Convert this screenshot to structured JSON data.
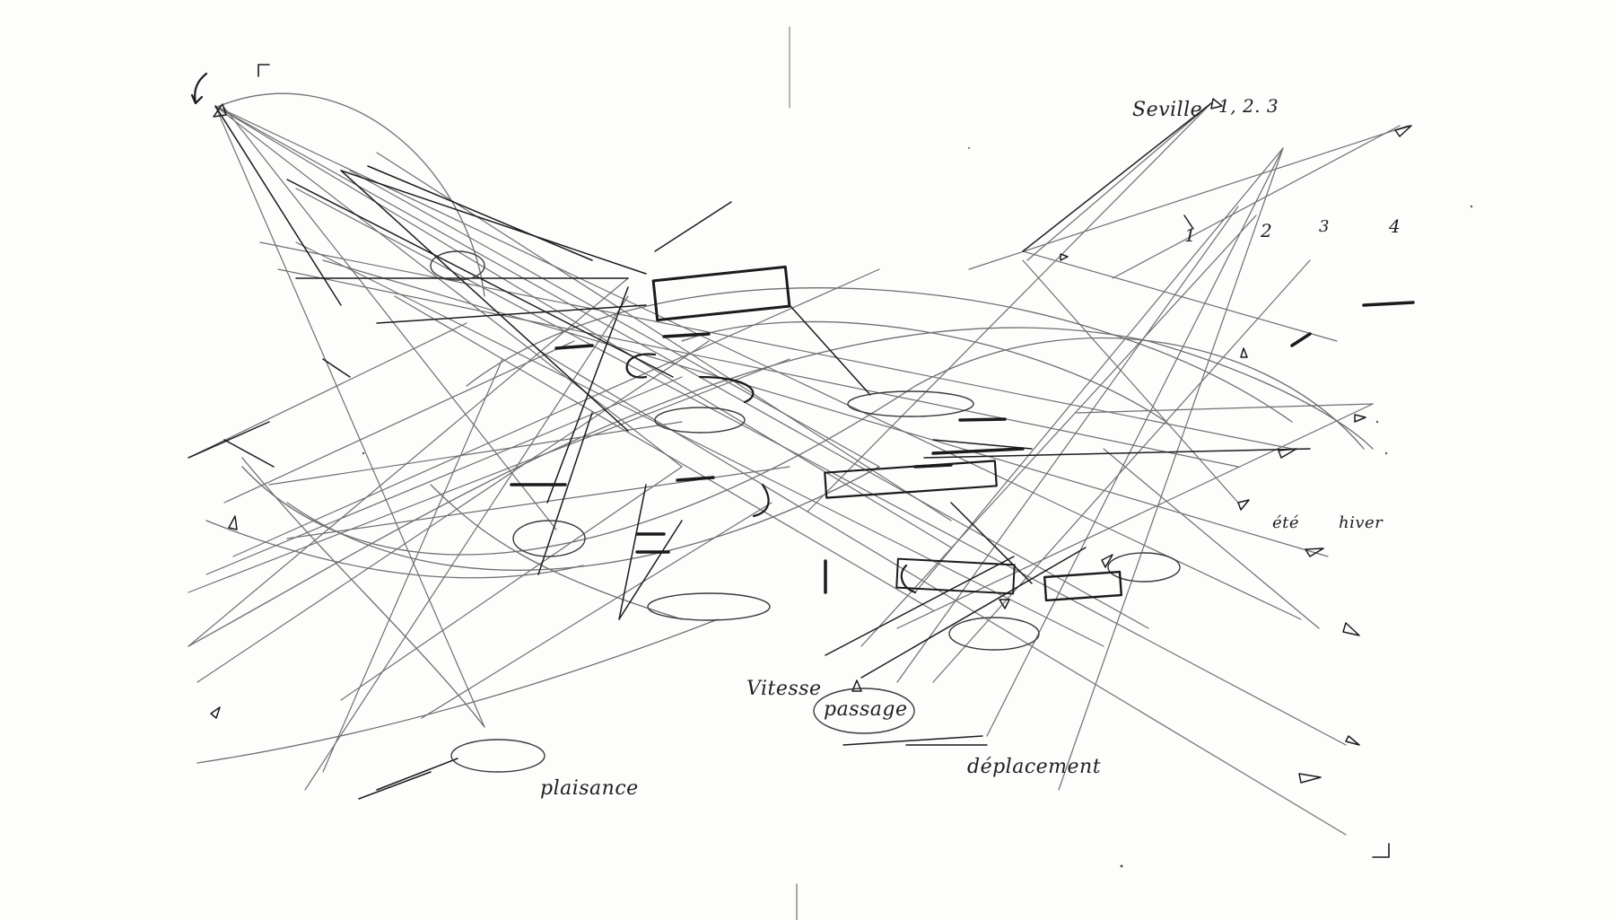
{
  "labels": {
    "seville": "Seville",
    "seville_numbers": "1, 2. 3",
    "col1": "1",
    "col2": "2",
    "col3": "3",
    "col4": "4",
    "ete": "été",
    "hiver": "hiver",
    "vitesse": "Vitesse",
    "passage": "passage",
    "deplacement": "déplacement",
    "plaisance": "plaisance"
  },
  "colors": {
    "paper": "#fdfdfc",
    "ink_dark": "#1b1b1b",
    "ink_light": "#6f6f6f"
  }
}
